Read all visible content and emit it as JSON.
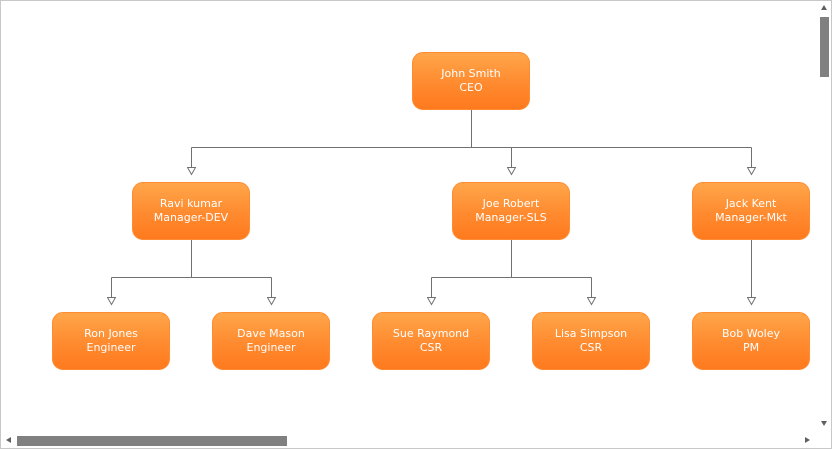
{
  "orgchart": {
    "root": {
      "name": "John Smith",
      "title": "CEO"
    },
    "managers": [
      {
        "name": "Ravi kumar",
        "title": "Manager-DEV"
      },
      {
        "name": "Joe Robert",
        "title": "Manager-SLS"
      },
      {
        "name": "Jack Kent",
        "title": "Manager-Mkt"
      }
    ],
    "staff": [
      {
        "name": "Ron Jones",
        "title": "Engineer"
      },
      {
        "name": "Dave Mason",
        "title": "Engineer"
      },
      {
        "name": "Sue Raymond",
        "title": "CSR"
      },
      {
        "name": "Lisa Simpson",
        "title": "CSR"
      },
      {
        "name": "Bob Woley",
        "title": "PM"
      }
    ]
  },
  "colors": {
    "node_top": "#ffa64a",
    "node_bottom": "#ff7a1e",
    "connector": "#707070"
  },
  "icons": {
    "scroll_up": "triangle-up",
    "scroll_down": "triangle-down",
    "scroll_left": "triangle-left",
    "scroll_right": "triangle-right"
  }
}
